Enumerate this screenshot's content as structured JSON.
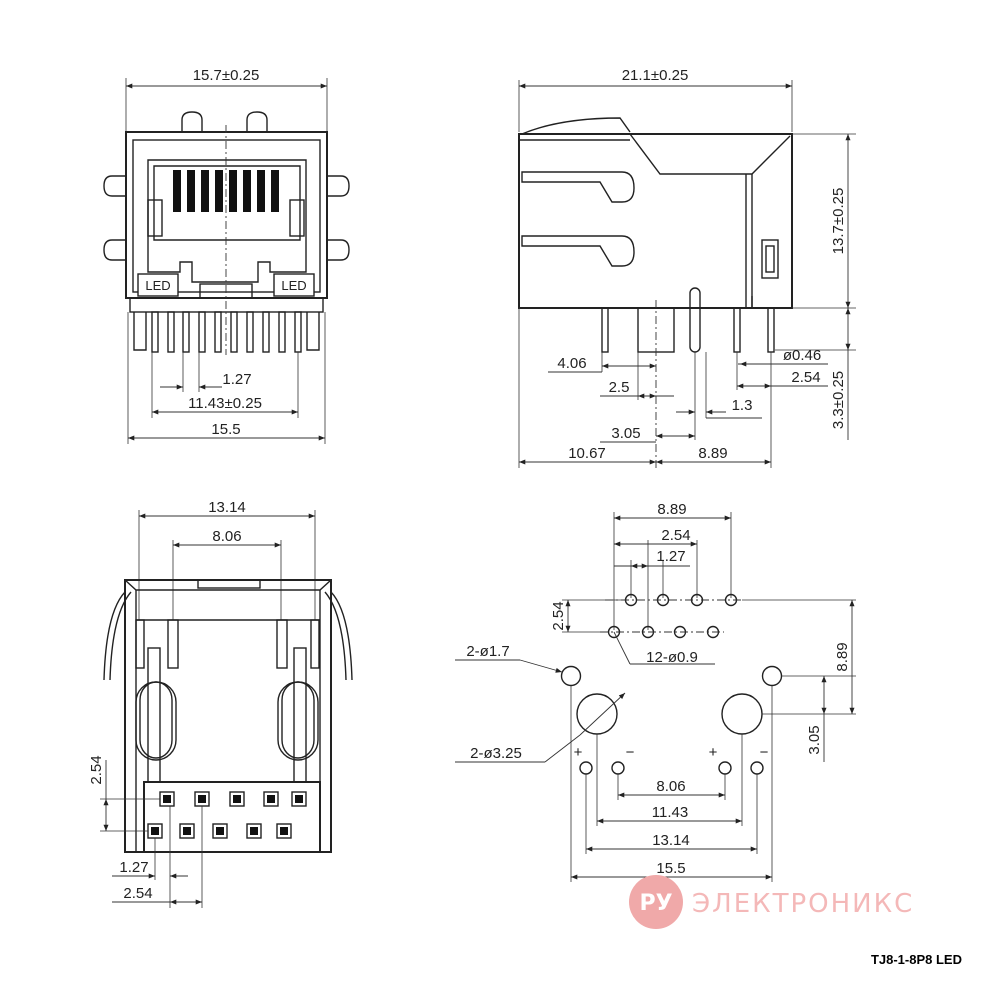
{
  "front_view": {
    "width_top": "15.7±0.25",
    "pitch": "1.27",
    "pin_span": "11.43±0.25",
    "width_bottom": "15.5",
    "led_left": "LED",
    "led_right": "LED"
  },
  "side_view": {
    "depth": "21.1±0.25",
    "height": "13.7±0.25",
    "pin_length": "3.3±0.25",
    "d_406": "4.06",
    "d_25": "2.5",
    "d_305": "3.05",
    "d_1067": "10.67",
    "d_889": "8.89",
    "d_13": "1.3",
    "d_254": "2.54",
    "d_pin_dia": "ø0.46"
  },
  "bottom_view": {
    "d_1314": "13.14",
    "d_806": "8.06",
    "d_254": "2.54",
    "d_127": "1.27",
    "d_254b": "2.54"
  },
  "pcb_layout": {
    "d_889": "8.89",
    "d_254": "2.54",
    "d_127": "1.27",
    "d_254v": "2.54",
    "holes_small": "12-ø0.9",
    "holes_mount": "2-ø1.7",
    "holes_large": "2-ø3.25",
    "d_889v": "8.89",
    "d_305v": "3.05",
    "d_806": "8.06",
    "d_1143": "11.43",
    "d_1314": "13.14",
    "d_155": "15.5",
    "plus": "+",
    "minus": "−"
  },
  "logo": {
    "mark": "РУ",
    "text": "ЭЛЕКТРОНИКС",
    "color": "#e8a0a0"
  },
  "model": "TJ8-1-8P8 LED"
}
